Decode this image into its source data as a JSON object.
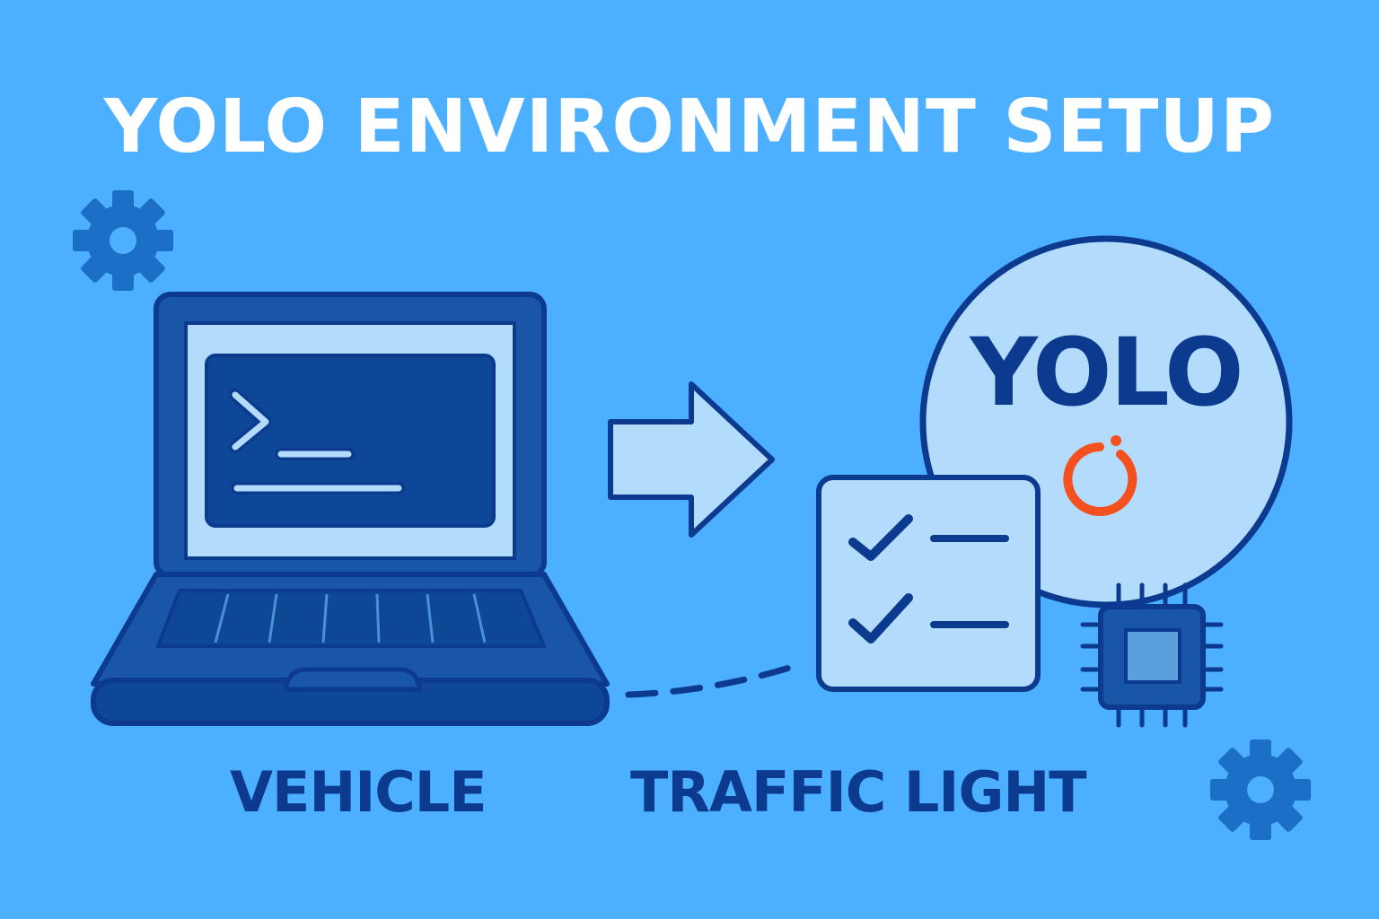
{
  "title": "YOLO ENVIRONMENT SETUP",
  "labels": {
    "vehicle": "VEHICLE",
    "traffic_light": "TRAFFIC LIGHT"
  },
  "yolo_badge": {
    "text": "YOLO"
  },
  "terminal": {
    "prompt_glyph": ">_"
  },
  "icons": {
    "gear_top_left": "gear-icon",
    "gear_bottom_right": "gear-icon",
    "laptop": "laptop-icon",
    "arrow": "arrow-right-icon",
    "checklist": "checklist-icon",
    "chip": "chip-icon",
    "pytorch": "pytorch-icon"
  },
  "colors": {
    "background": "#4dafff",
    "dark_blue": "#0b3a8f",
    "mid_blue": "#1565c0",
    "light_blue": "#b3dcfc",
    "accent_orange": "#f4511e",
    "white": "#ffffff"
  }
}
